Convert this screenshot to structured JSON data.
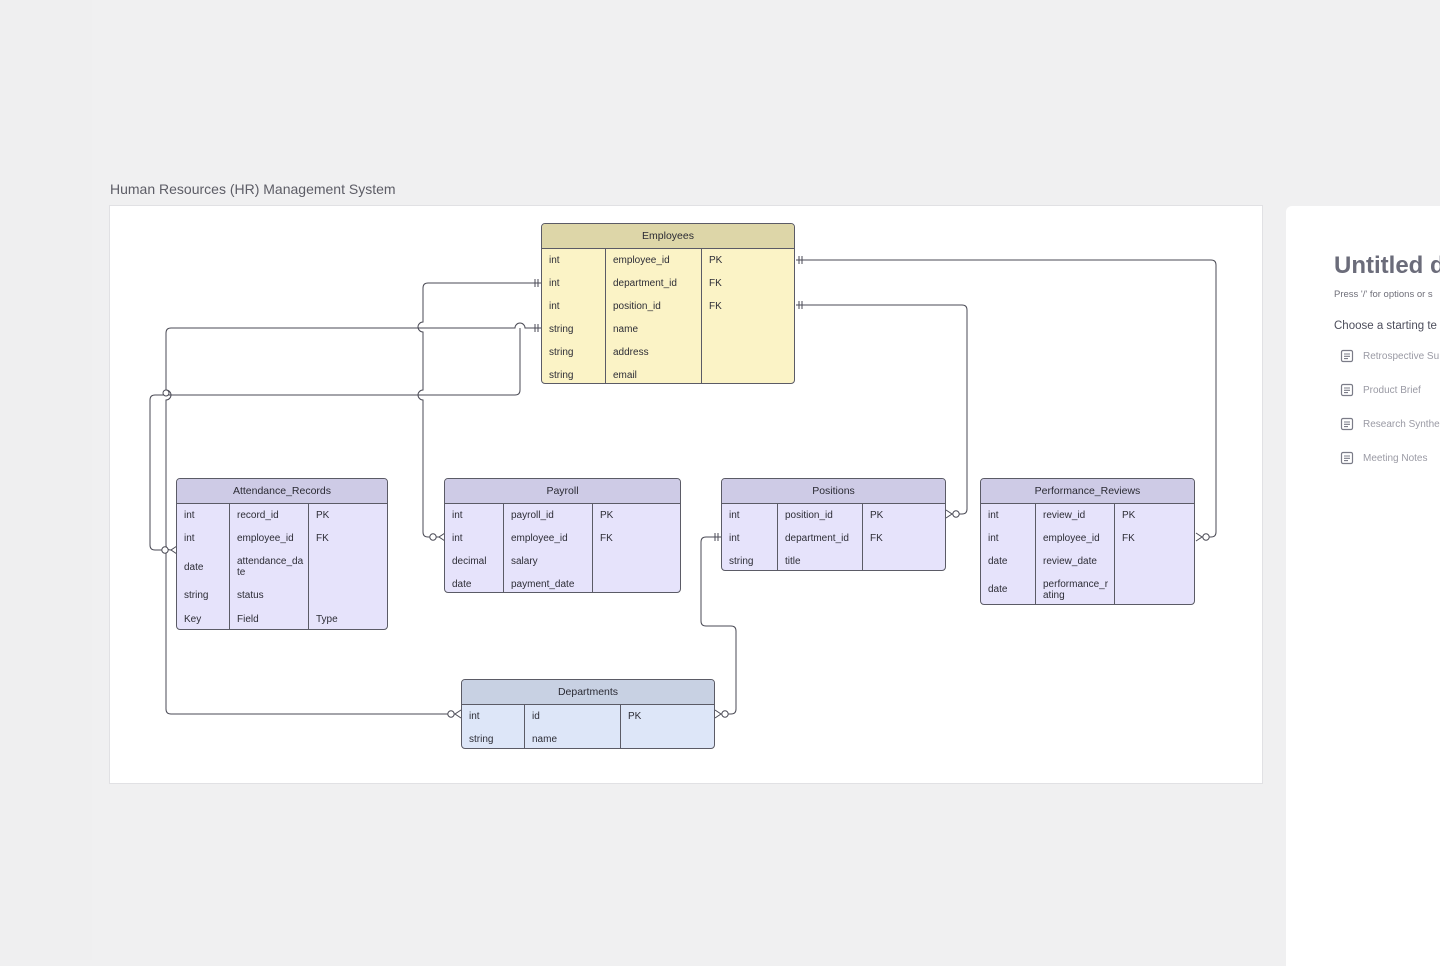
{
  "frame": {
    "title": "Human Resources (HR) Management System"
  },
  "entities": {
    "employees": {
      "name": "Employees",
      "rows": [
        [
          "int",
          "employee_id",
          "PK"
        ],
        [
          "int",
          "department_id",
          "FK"
        ],
        [
          "int",
          "position_id",
          "FK"
        ],
        [
          "string",
          "name",
          ""
        ],
        [
          "string",
          "address",
          ""
        ],
        [
          "string",
          "email",
          ""
        ]
      ]
    },
    "attendance": {
      "name": "Attendance_Records",
      "rows": [
        [
          "int",
          "record_id",
          "PK"
        ],
        [
          "int",
          "employee_id",
          "FK"
        ],
        [
          "date",
          "attendance_date",
          ""
        ],
        [
          "string",
          "status",
          ""
        ],
        [
          "Key",
          "Field",
          "Type"
        ]
      ]
    },
    "payroll": {
      "name": "Payroll",
      "rows": [
        [
          "int",
          "payroll_id",
          "PK"
        ],
        [
          "int",
          "employee_id",
          "FK"
        ],
        [
          "decimal",
          "salary",
          ""
        ],
        [
          "date",
          "payment_date",
          ""
        ]
      ]
    },
    "positions": {
      "name": "Positions",
      "rows": [
        [
          "int",
          "position_id",
          "PK"
        ],
        [
          "int",
          "department_id",
          "FK"
        ],
        [
          "string",
          "title",
          ""
        ]
      ]
    },
    "reviews": {
      "name": "Performance_Reviews",
      "rows": [
        [
          "int",
          "review_id",
          "PK"
        ],
        [
          "int",
          "employee_id",
          "FK"
        ],
        [
          "date",
          "review_date",
          ""
        ],
        [
          "date",
          "performance_rating",
          ""
        ]
      ]
    },
    "departments": {
      "name": "Departments",
      "rows": [
        [
          "int",
          "id",
          "PK"
        ],
        [
          "string",
          "name",
          ""
        ]
      ]
    }
  },
  "doc_panel": {
    "title": "Untitled d",
    "hint": "Press '/' for options or s",
    "choose": "Choose a starting te",
    "templates": [
      "Retrospective Su",
      "Product Brief",
      "Research Synthe",
      "Meeting Notes"
    ]
  }
}
